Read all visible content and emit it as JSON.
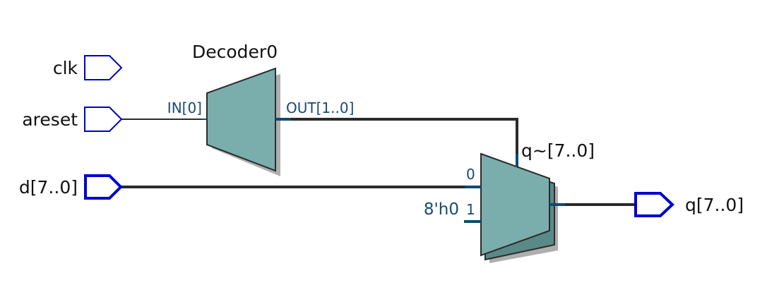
{
  "diagram": {
    "inputs": [
      {
        "name": "clk"
      },
      {
        "name": "areset"
      },
      {
        "name": "d[7..0]"
      }
    ],
    "outputs": [
      {
        "name": "q[7..0]"
      }
    ],
    "decoder": {
      "title": "Decoder0",
      "in_port": "IN[0]",
      "out_port": "OUT[1..0]"
    },
    "mux": {
      "title": "q~[7..0]",
      "in0_label": "0",
      "in1_label": "1",
      "const_label": "8'h0"
    },
    "colors": {
      "block_fill": "#7aaeac",
      "pin_stroke": "#0000cc",
      "wire": "#2b2b2b",
      "port_stub": "#0e4a73",
      "port_text": "#1a4a6e"
    }
  }
}
